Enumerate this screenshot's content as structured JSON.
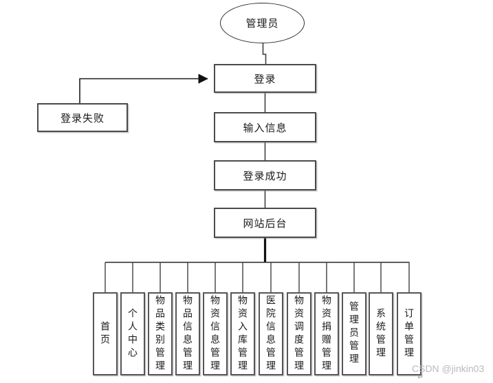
{
  "diagram": {
    "title_hint": "admin-use-case-flowchart",
    "actor_label": "管理员",
    "nodes": {
      "login": "登录",
      "login_fail": "登录失败",
      "input_info": "输入信息",
      "login_success": "登录成功",
      "site_backend": "网站后台"
    },
    "modules": [
      "首页",
      "个人中心",
      "物品类别管理",
      "物品信息管理",
      "物资信息管理",
      "物资入库管理",
      "医院信息管理",
      "物资调度管理",
      "物资捐赠管理",
      "管理员管理",
      "系统管理",
      "订单管理"
    ],
    "edges": [
      "管理员 -> 登录",
      "登录失败 -> 登录",
      "登录 -> 输入信息",
      "输入信息 -> 登录成功",
      "登录成功 -> 网站后台",
      "网站后台 -> 12个功能模块"
    ]
  },
  "watermark": {
    "text": "CSDN @jinkin03",
    "return_glyph": "↵"
  },
  "colors": {
    "background": "#ffffff",
    "node_fill": "#ffffff",
    "node_border": "#4a4a4a",
    "connector": "#3f3f3f",
    "text": "#1a1a1a",
    "watermark": "#b9b9b9"
  }
}
